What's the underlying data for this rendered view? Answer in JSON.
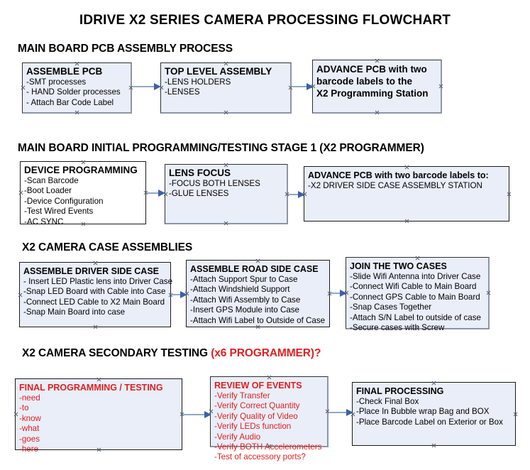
{
  "document": {
    "title": "IDRIVE X2  SERIES CAMERA PROCESSING FLOWCHART"
  },
  "colors": {
    "box_fill": "#e9eef8",
    "box_border": "#2f2f2f",
    "box_shadow": "#8d95a6",
    "connector": "#8fa8c8",
    "arrowhead": "#3a62a8",
    "accent_red": "#e02020",
    "text": "#000000",
    "background": "#ffffff"
  },
  "sections": [
    {
      "id": "main-board-pcb-assembly",
      "heading": "MAIN BOARD PCB ASSEMBLY PROCESS",
      "heading_accent": "",
      "nodes": [
        {
          "id": "assemble-pcb",
          "title": "ASSEMBLE PCB",
          "lines": [
            "-SMT processes",
            "- HAND Solder processes",
            "- Attach Bar Code Label"
          ]
        },
        {
          "id": "top-level-assembly",
          "title": "TOP LEVEL ASSEMBLY",
          "lines": [
            "-LENS HOLDERS",
            "-LENSES"
          ]
        },
        {
          "id": "advance-pcb-programming-station",
          "title": "",
          "lines": [
            "ADVANCE PCB with two",
            "barcode labels to the",
            " X2 Programming Station"
          ]
        }
      ]
    },
    {
      "id": "main-board-initial-programming",
      "heading": "MAIN BOARD INITIAL PROGRAMMING/TESTING STAGE 1 (X2 PROGRAMMER)",
      "heading_accent": "",
      "nodes": [
        {
          "id": "device-programming",
          "title": "DEVICE PROGRAMMING",
          "lines": [
            "-Scan Barcode",
            "-Boot Loader",
            "-Device Configuration",
            "-Test Wired Events",
            "-AC SYNC"
          ]
        },
        {
          "id": "lens-focus",
          "title": "LENS FOCUS",
          "lines": [
            "-FOCUS BOTH LENSES",
            "-GLUE LENSES"
          ]
        },
        {
          "id": "advance-pcb-driver-side-case",
          "title": "ADVANCE PCB with two barcode labels to:",
          "lines": [
            "-X2 DRIVER  SIDE  CASE  ASSEMBLY STATION"
          ]
        }
      ]
    },
    {
      "id": "x2-camera-case-assemblies",
      "heading": "X2 CAMERA CASE ASSEMBLIES",
      "heading_accent": "",
      "nodes": [
        {
          "id": "assemble-driver-side-case",
          "title": "ASSEMBLE DRIVER SIDE CASE",
          "lines": [
            "- Insert LED Plastic lens into Driver Case",
            "-Snap LED Board with Cable into Case",
            "-Connect LED Cable to X2 Main Board",
            "-Snap Main Board into case"
          ]
        },
        {
          "id": "assemble-road-side-case",
          "title": "ASSEMBLE ROAD SIDE CASE",
          "lines": [
            "-Attach Support Spur to Case",
            "-Attach Windshield Support",
            "-Attach Wifi Assembly to Case",
            "-Insert GPS Module into Case",
            "-Attach Wifi Label to Outside of Case"
          ]
        },
        {
          "id": "join-the-two-cases",
          "title": "JOIN THE TWO CASES",
          "lines": [
            "-Slide Wifi Antenna into Driver Case",
            "-Connect Wifi Cable to Main Board",
            "-Connect GPS Cable to Main Board",
            "-Snap Cases Together",
            "-Attach S/N Label to outside of case",
            "-Secure cases with Screw"
          ]
        }
      ]
    },
    {
      "id": "x2-camera-secondary-testing",
      "heading": "X2 CAMERA SECONDARY TESTING ",
      "heading_accent": "(x6 PROGRAMMER)?",
      "nodes": [
        {
          "id": "final-programming-testing",
          "title": "FINAL PROGRAMMING / TESTING",
          "lines": [
            "-need",
            "-to",
            "-know",
            "-what",
            "-goes",
            "-here"
          ]
        },
        {
          "id": "review-of-events",
          "title": "REVIEW OF EVENTS",
          "lines": [
            "-Verify Transfer",
            "-Verify Correct Quantity",
            "-Verify Quality of Video",
            "-Verify LEDs function",
            "-Verify Audio",
            "-Verify BOTH Accelerometers",
            "-Test of accessory ports?"
          ]
        },
        {
          "id": "final-processing",
          "title": "FINAL PROCESSING",
          "lines": [
            " -Check Final Box",
            "-Place In Bubble wrap Bag and BOX",
            "-Place Barcode Label on Exterior or Box"
          ]
        }
      ]
    }
  ]
}
